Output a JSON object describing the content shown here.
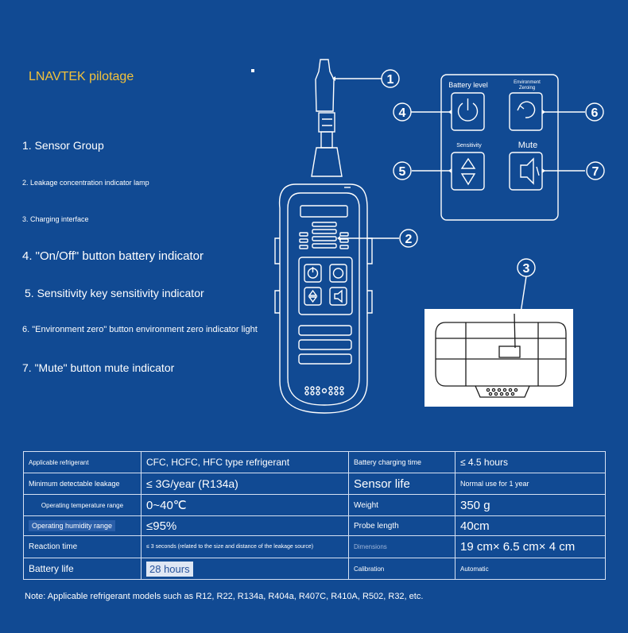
{
  "brand": "LNAVTEK pilotage",
  "features": [
    "1. Sensor Group",
    "2. Leakage concentration indicator lamp",
    "3. Charging interface",
    "4. \"On/Off\" button battery indicator",
    "5. Sensitivity key sensitivity indicator",
    "6. \"Environment zero\" button environment zero indicator light",
    "7. \"Mute\" button mute indicator"
  ],
  "callouts": [
    "1",
    "2",
    "3",
    "4",
    "5",
    "6",
    "7"
  ],
  "panel": {
    "battery_level": "Battery level",
    "environment_zeroing_1": "Environment",
    "environment_zeroing_2": "Zeroing",
    "sensitivity": "Sensitivity",
    "mute": "Mute"
  },
  "icons": [
    "power-icon",
    "refresh-icon",
    "up-down-arrows-icon",
    "speaker-mute-icon"
  ],
  "specs": {
    "r1": {
      "l1": "Applicable refrigerant",
      "v1": "CFC, HCFC, HFC type refrigerant",
      "l2": "Battery charging time",
      "v2": "≤ 4.5 hours"
    },
    "r2": {
      "l1": "Minimum detectable leakage",
      "v1": "≤ 3G/year (R134a)",
      "l2": "Sensor life",
      "v2": "Normal use for 1 year"
    },
    "r3": {
      "l1": "Operating temperature range",
      "v1": "0~40℃",
      "l2": "Weight",
      "v2": "350 g"
    },
    "r4": {
      "l1": "Operating humidity range",
      "v1": "≤95%",
      "l2": "Probe length",
      "v2": "40cm"
    },
    "r5": {
      "l1": "Reaction time",
      "v1": "≤ 3 seconds (related to the size and distance of the leakage source)",
      "l2": "Dimensions",
      "v2": "19 cm× 6.5 cm× 4 cm"
    },
    "r6": {
      "l1": "Battery life",
      "v1": "28 hours",
      "l2": "Calibration",
      "v2": "Automatic"
    }
  },
  "note": "Note: Applicable refrigerant models such as R12, R22, R134a, R404a, R407C, R410A, R502, R32, etc.",
  "colors": {
    "background": "#114a93",
    "brand": "#f3c23a",
    "line": "#ffffff"
  }
}
